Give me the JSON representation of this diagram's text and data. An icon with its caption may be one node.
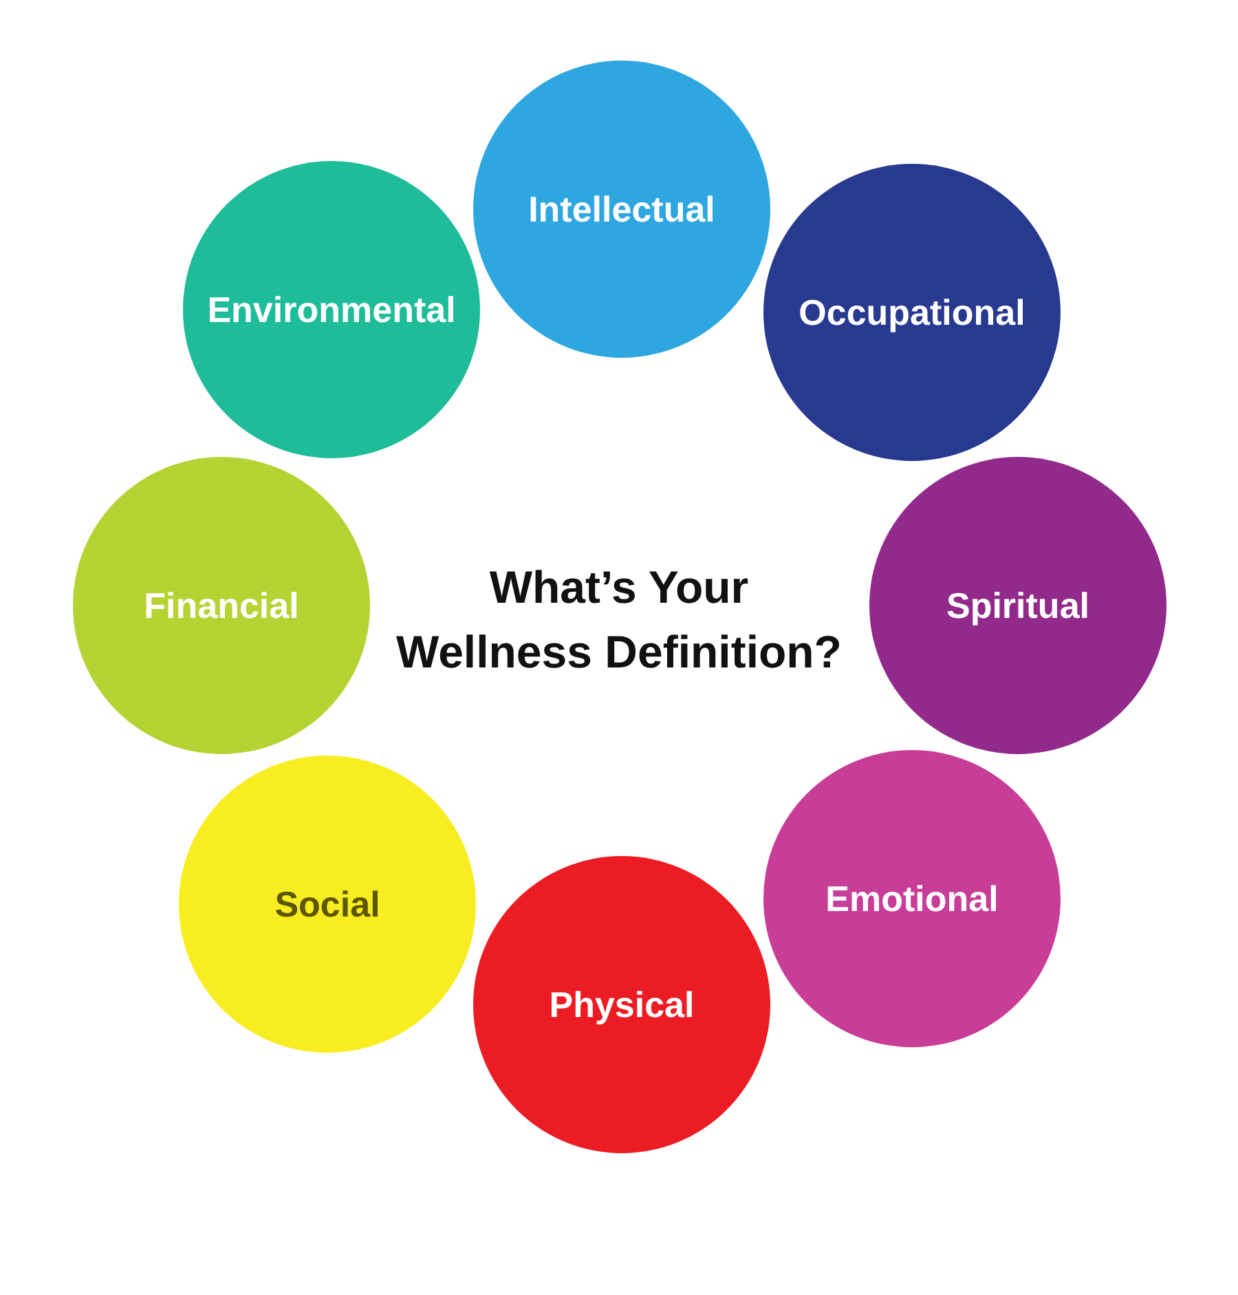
{
  "diagram": {
    "title": "What’s Your Wellness Definition?",
    "nodes": [
      {
        "text": [
          "Intellectual"
        ]
      },
      {
        "text": [
          "Occupational"
        ]
      },
      {
        "text": [
          "Spiritual"
        ]
      },
      {
        "text": [
          "Emotional"
        ]
      },
      {
        "text": [
          "Physical"
        ]
      },
      {
        "text": [
          "Social"
        ]
      },
      {
        "text": [
          "Financial"
        ]
      },
      {
        "text": [
          "Environmental"
        ]
      }
    ]
  }
}
